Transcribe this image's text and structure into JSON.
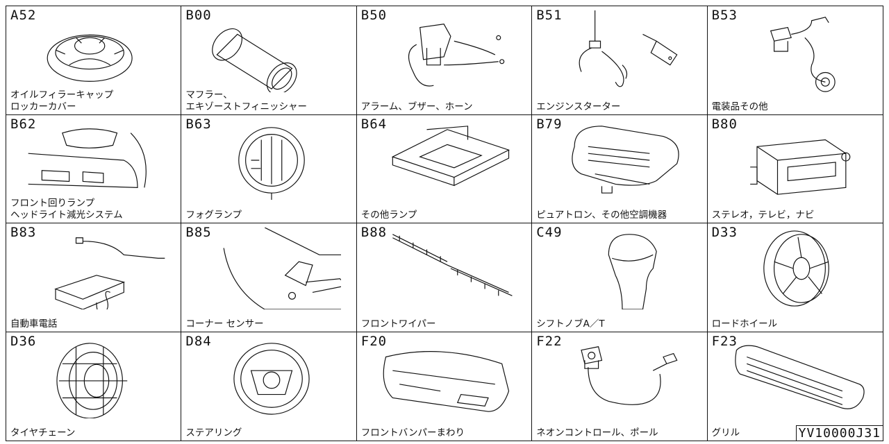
{
  "doc_id": "YV10000J31",
  "items": [
    {
      "code": "A52",
      "label": [
        "オイルフィラーキャップ",
        "ロッカーカバー"
      ],
      "icon": "oil-filler-cap-icon"
    },
    {
      "code": "B00",
      "label": [
        "マフラー、",
        "エキゾーストフィニッシャー"
      ],
      "icon": "muffler-icon"
    },
    {
      "code": "B50",
      "label": [
        "アラーム、ブザー、ホーン"
      ],
      "icon": "alarm-horn-icon"
    },
    {
      "code": "B51",
      "label": [
        "エンジンスターター"
      ],
      "icon": "engine-starter-icon"
    },
    {
      "code": "B53",
      "label": [
        "電装品その他"
      ],
      "icon": "electrical-parts-icon"
    },
    {
      "code": "B62",
      "label": [
        "フロント回りランプ",
        "ヘッドライト減光システム"
      ],
      "icon": "front-lamp-icon"
    },
    {
      "code": "B63",
      "label": [
        "フォグランプ"
      ],
      "icon": "fog-lamp-icon"
    },
    {
      "code": "B64",
      "label": [
        "その他ランプ"
      ],
      "icon": "room-lamp-icon"
    },
    {
      "code": "B79",
      "label": [
        "ピュアトロン、その他空調機器"
      ],
      "icon": "air-purifier-icon"
    },
    {
      "code": "B80",
      "label": [
        "ステレオ，テレビ，ナビ"
      ],
      "icon": "stereo-icon"
    },
    {
      "code": "B83",
      "label": [
        "自動車電話"
      ],
      "icon": "car-phone-icon"
    },
    {
      "code": "B85",
      "label": [
        "コーナー センサー"
      ],
      "icon": "corner-sensor-icon"
    },
    {
      "code": "B88",
      "label": [
        "フロントワイパー"
      ],
      "icon": "wiper-blade-icon"
    },
    {
      "code": "C49",
      "label": [
        "シフトノブA／T"
      ],
      "icon": "shift-knob-icon"
    },
    {
      "code": "D33",
      "label": [
        "ロードホイール"
      ],
      "icon": "road-wheel-icon"
    },
    {
      "code": "D36",
      "label": [
        "タイヤチェーン"
      ],
      "icon": "tire-chain-icon"
    },
    {
      "code": "D84",
      "label": [
        "ステアリング"
      ],
      "icon": "steering-wheel-icon"
    },
    {
      "code": "F20",
      "label": [
        "フロントバンパーまわり"
      ],
      "icon": "front-bumper-icon"
    },
    {
      "code": "F22",
      "label": [
        "ネオンコントロール、ポール"
      ],
      "icon": "neon-control-icon"
    },
    {
      "code": "F23",
      "label": [
        "グリル"
      ],
      "icon": "grille-icon"
    }
  ]
}
